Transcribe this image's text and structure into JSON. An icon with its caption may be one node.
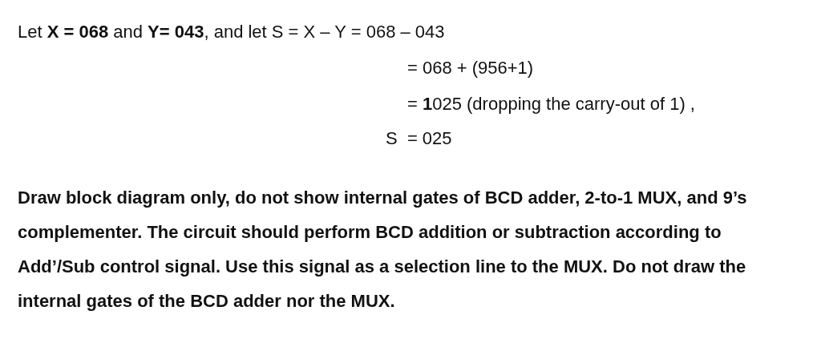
{
  "diagram": {
    "labels": [
      "Let **X = 068** and **Y= 043**, and let S = X – Y = 068 – 043",
      "= 068 + (956+1)",
      "= **1**025 (dropping the carry-out of 1) ,",
      "S  = 025",
      "Draw block diagram only, do not show internal gates of BCD adder, 2-to-1 MUX, and 9’s complementer. The circuit should perform BCD addition or subtraction according to Add’/Sub control signal. Use this signal as a selection line to the MUX. Do not draw the internal gates of the BCD adder nor the MUX."
    ]
  }
}
